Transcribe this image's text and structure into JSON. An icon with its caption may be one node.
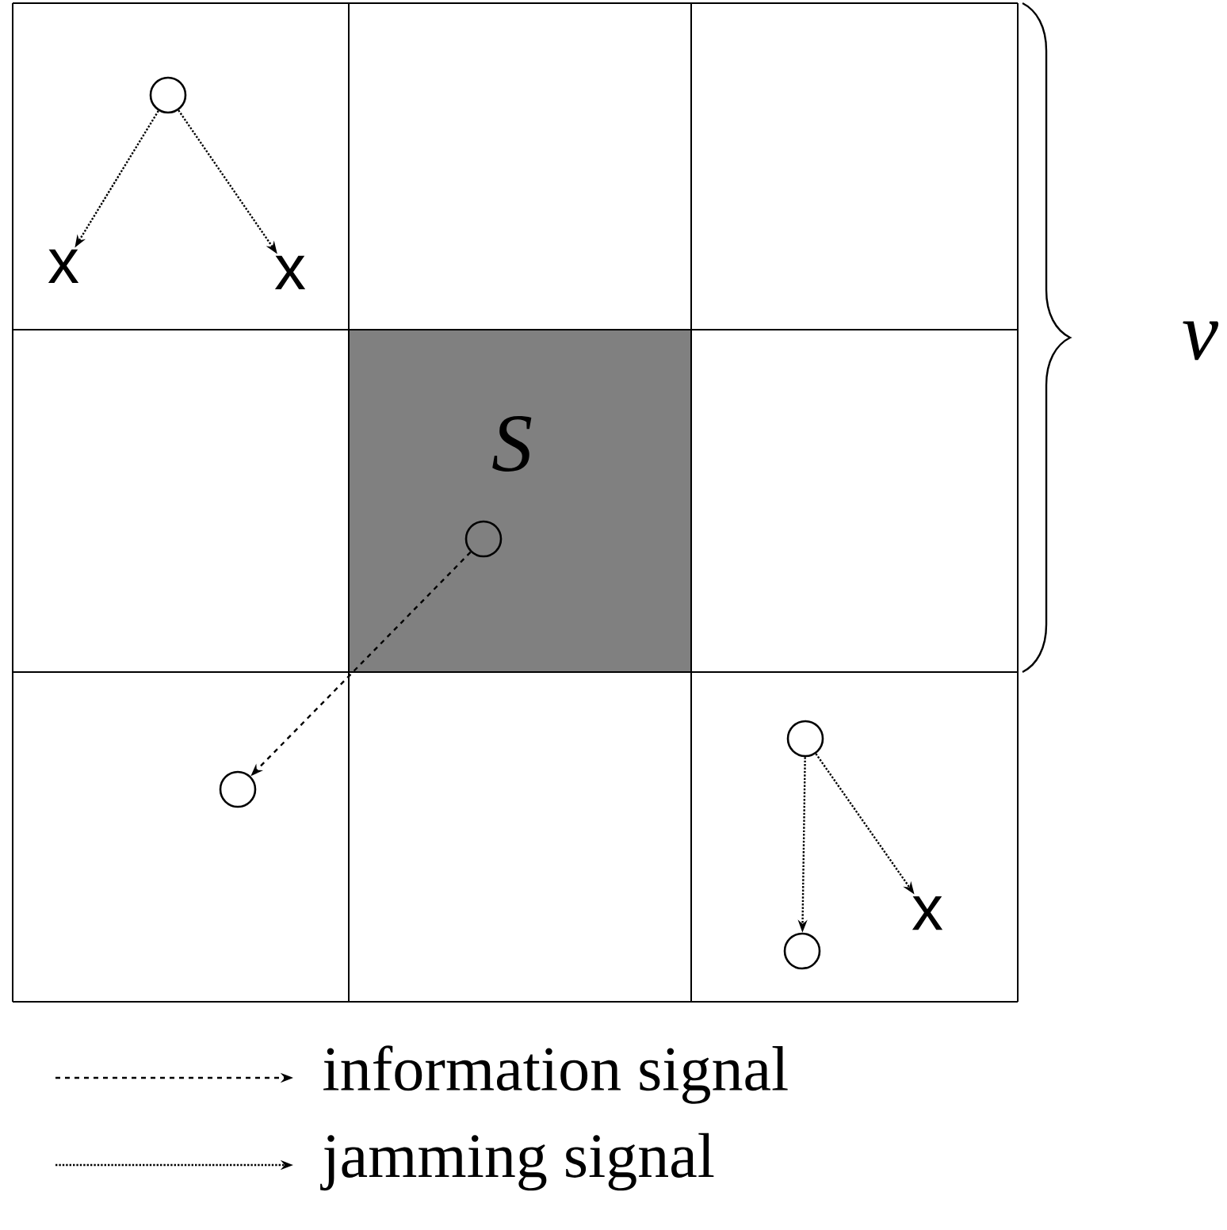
{
  "diagram": {
    "nodes": [
      {
        "text": [],
        "shape": "circle"
      },
      {
        "text": [
          "x"
        ]
      },
      {
        "text": [
          "x"
        ]
      },
      {
        "text": [],
        "shape": "circle"
      },
      {
        "text": [],
        "shape": "circle"
      },
      {
        "text": [],
        "shape": "circle"
      },
      {
        "text": [],
        "shape": "circle"
      },
      {
        "text": [
          "x"
        ]
      }
    ],
    "edges": [
      {
        "from": 0,
        "to": 1,
        "arrow": "to"
      },
      {
        "from": 0,
        "to": 2,
        "arrow": "to"
      },
      {
        "from": 3,
        "to": 4,
        "arrow": "to",
        "style": "dashed"
      },
      {
        "from": 5,
        "to": 6,
        "arrow": "to"
      },
      {
        "from": 5,
        "to": 7,
        "arrow": "to"
      }
    ],
    "labels": [
      "S",
      "v"
    ],
    "legend": [
      {
        "text": "information signal"
      },
      {
        "text": "jamming signal"
      }
    ]
  }
}
